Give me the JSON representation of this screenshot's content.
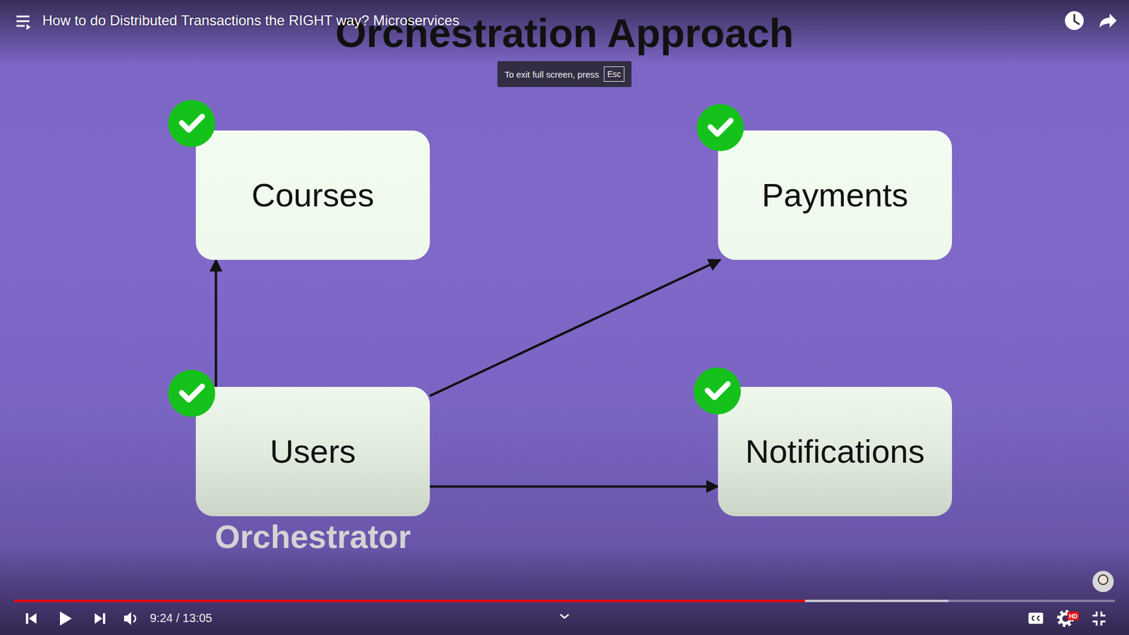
{
  "diagram": {
    "title": "Orchestration Approach",
    "nodes": [
      {
        "text": [
          "Courses"
        ]
      },
      {
        "text": [
          "Payments"
        ]
      },
      {
        "text": [
          "Users",
          "Orchestrator"
        ]
      },
      {
        "text": [
          "Notifications"
        ]
      }
    ],
    "edges": [
      {
        "from": 2,
        "to": 0,
        "arrow": "to"
      },
      {
        "from": 2,
        "to": 1,
        "arrow": "to"
      },
      {
        "from": 2,
        "to": 3,
        "arrow": "to"
      }
    ],
    "labels": [
      "How to do Distributed Transactions the RIGHT way? Microservices",
      "To exit full screen, press",
      "Esc",
      "9:24 / 13:05",
      "HD"
    ]
  }
}
